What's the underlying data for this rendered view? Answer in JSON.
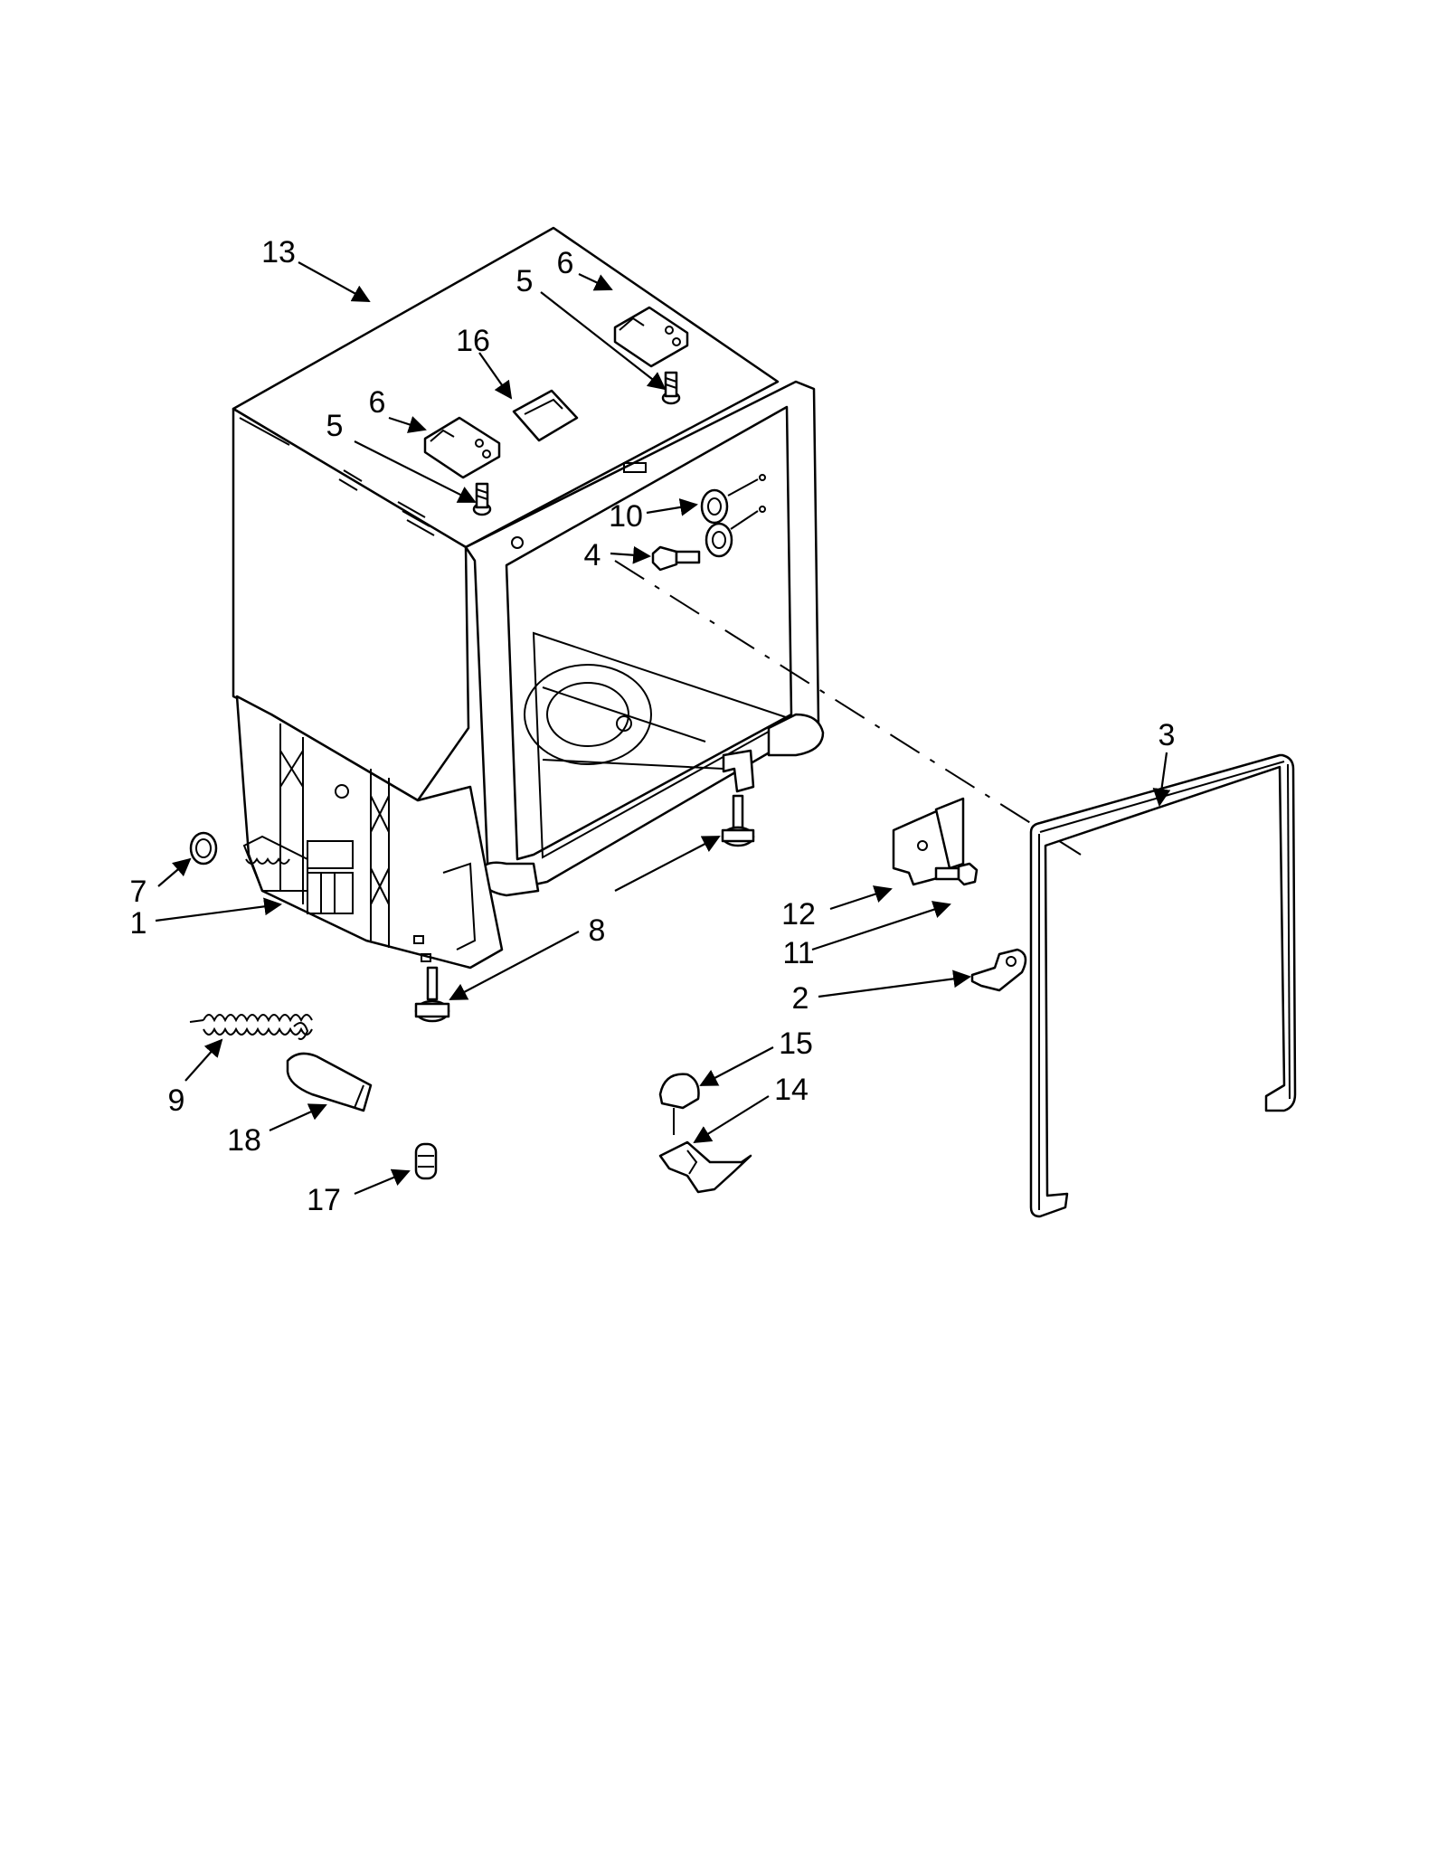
{
  "callouts": [
    {
      "id": "c13a",
      "text": "13"
    },
    {
      "id": "c6a",
      "text": "6"
    },
    {
      "id": "c5a",
      "text": "5"
    },
    {
      "id": "c16",
      "text": "16"
    },
    {
      "id": "c6b",
      "text": "6"
    },
    {
      "id": "c5b",
      "text": "5"
    },
    {
      "id": "c10",
      "text": "10"
    },
    {
      "id": "c4",
      "text": "4"
    },
    {
      "id": "c3",
      "text": "3"
    },
    {
      "id": "c7",
      "text": "7"
    },
    {
      "id": "c1",
      "text": "1"
    },
    {
      "id": "c8",
      "text": "8"
    },
    {
      "id": "c12",
      "text": "12"
    },
    {
      "id": "c11",
      "text": "11"
    },
    {
      "id": "c2",
      "text": "2"
    },
    {
      "id": "c15",
      "text": "15"
    },
    {
      "id": "c14",
      "text": "14"
    },
    {
      "id": "c9",
      "text": "9"
    },
    {
      "id": "c18",
      "text": "18"
    },
    {
      "id": "c17",
      "text": "17"
    }
  ]
}
